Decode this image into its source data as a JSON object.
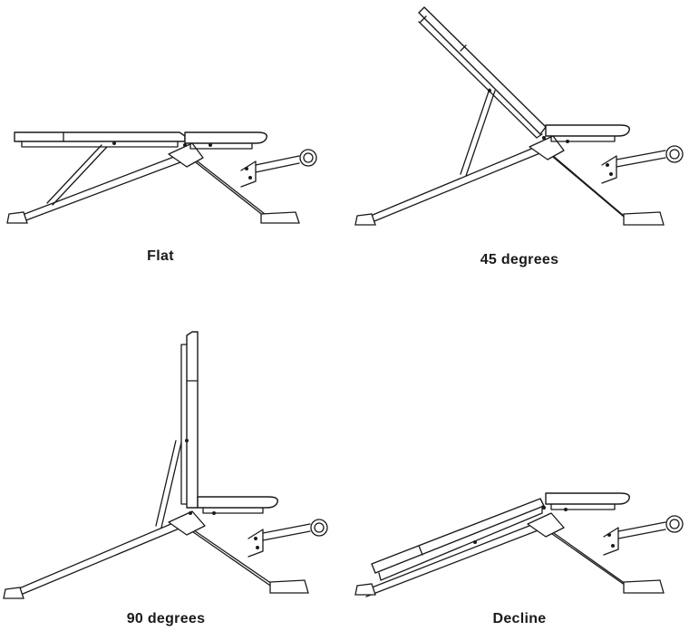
{
  "figure": {
    "positions": [
      {
        "id": "flat",
        "caption": "Flat"
      },
      {
        "id": "45",
        "caption": "45 degrees"
      },
      {
        "id": "90",
        "caption": "90 degrees"
      },
      {
        "id": "decline",
        "caption": "Decline"
      }
    ]
  }
}
